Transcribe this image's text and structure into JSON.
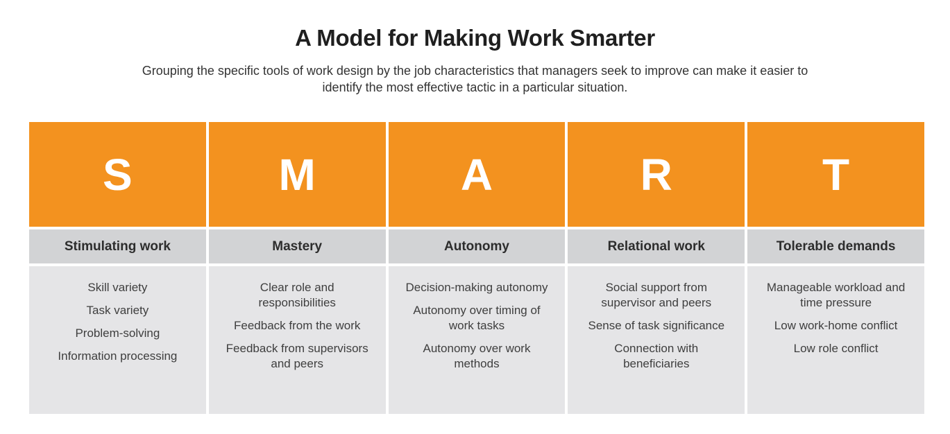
{
  "page": {
    "title": "A Model for Making Work Smarter",
    "subtitle": "Grouping the specific tools of work design by the job characteristics that managers seek to improve can make it easier to identify the most effective tactic in a particular situation."
  },
  "colors": {
    "header_bg": "#F3921F",
    "category_bg": "#D2D3D5",
    "body_bg": "#E5E5E7",
    "letter_color": "#FFFFFF",
    "title_color": "#1F1F1F",
    "item_text": "#3E3E3E"
  },
  "table": {
    "columns": [
      {
        "letter": "S",
        "category": "Stimulating work",
        "items": [
          "Skill variety",
          "Task variety",
          "Problem-solving",
          "Information processing"
        ]
      },
      {
        "letter": "M",
        "category": "Mastery",
        "items": [
          "Clear role and responsibilities",
          "Feedback from the work",
          "Feedback from supervisors and peers"
        ]
      },
      {
        "letter": "A",
        "category": "Autonomy",
        "items": [
          "Decision-making autonomy",
          "Autonomy over timing of work tasks",
          "Autonomy over work methods"
        ]
      },
      {
        "letter": "R",
        "category": "Relational work",
        "items": [
          "Social support from supervisor and peers",
          "Sense of task significance",
          "Connection with beneficiaries"
        ]
      },
      {
        "letter": "T",
        "category": "Tolerable demands",
        "items": [
          "Manageable workload and time pressure",
          "Low work-home conflict",
          "Low role conflict"
        ]
      }
    ]
  }
}
